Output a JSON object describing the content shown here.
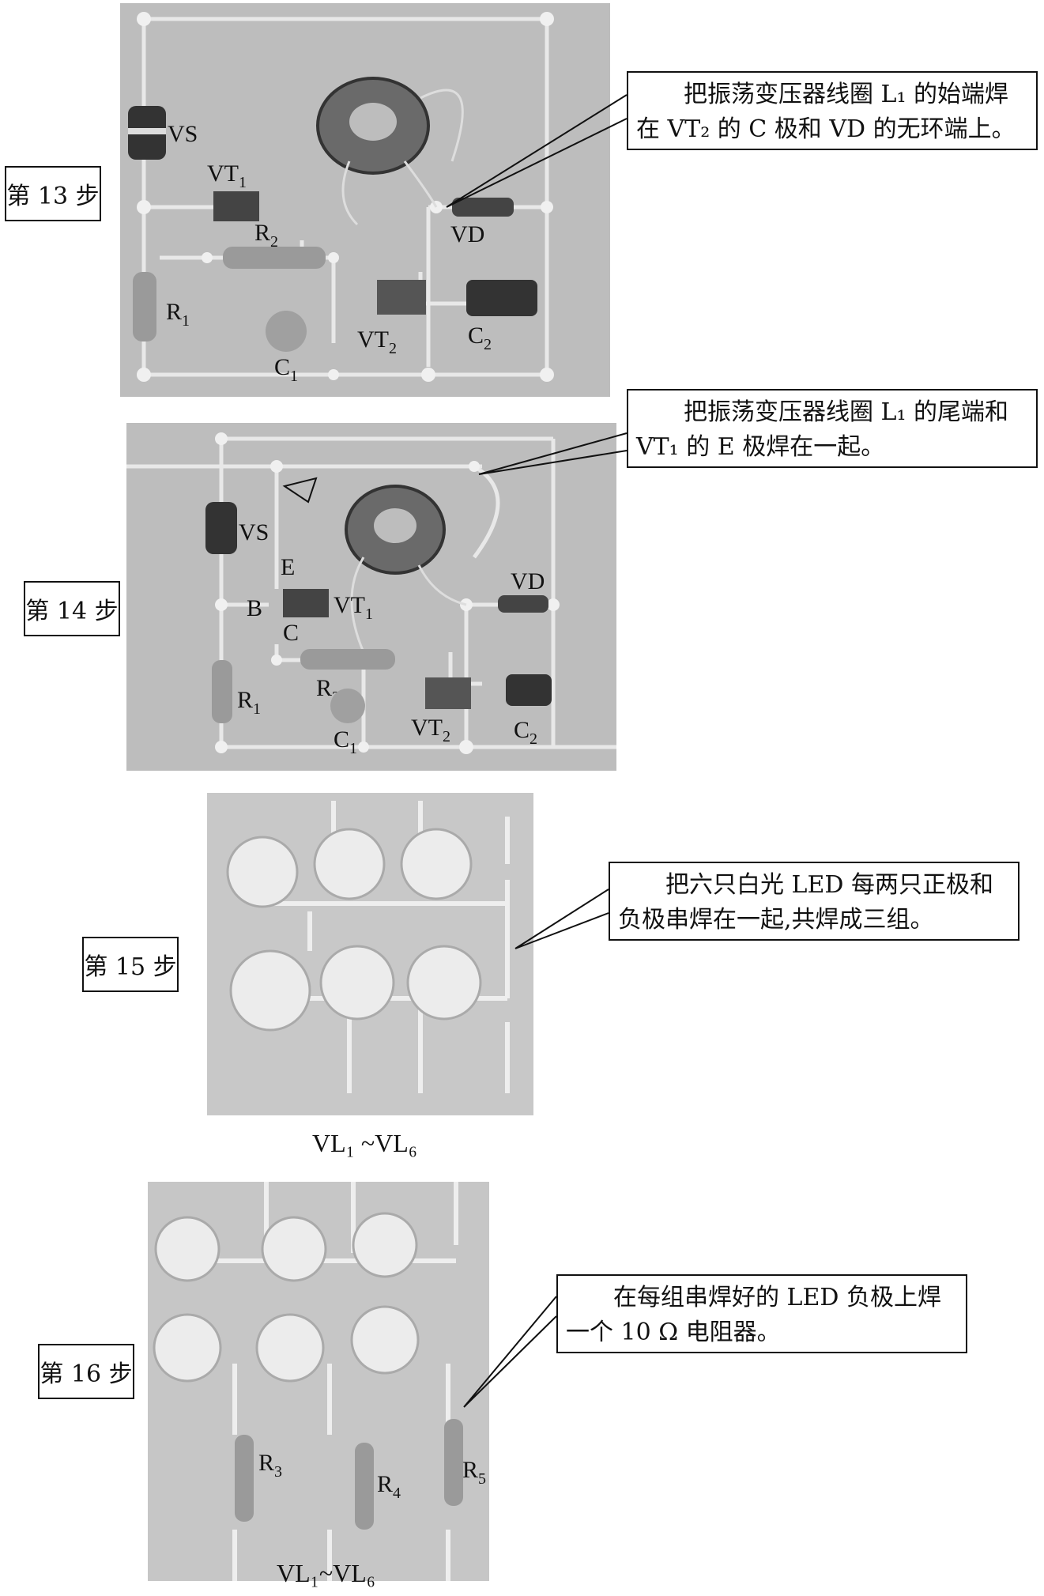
{
  "steps": [
    {
      "label": "第 13 步",
      "callout": "把振荡变压器线圈 L₁ 的始端焊在 VT₂ 的 C 极和 VD 的无环端上。",
      "parts": {
        "vs": "VS",
        "vt1": "VT",
        "vt1_sub": "1",
        "r2": "R",
        "r2_sub": "2",
        "r1": "R",
        "r1_sub": "1",
        "c1": "C",
        "c1_sub": "1",
        "vt2": "VT",
        "vt2_sub": "2",
        "c2": "C",
        "c2_sub": "2",
        "vd": "VD"
      }
    },
    {
      "label": "第 14 步",
      "callout": "把振荡变压器线圈 L₁ 的尾端和 VT₁ 的 E 极焊在一起。",
      "parts": {
        "vs": "VS",
        "vt1": "VT",
        "vt1_sub": "1",
        "r2": "R",
        "r2_sub": "2",
        "r1": "R",
        "r1_sub": "1",
        "c1": "C",
        "c1_sub": "1",
        "vt2": "VT",
        "vt2_sub": "2",
        "c2": "C",
        "c2_sub": "2",
        "vd": "VD",
        "e": "E",
        "b": "B",
        "c": "C"
      }
    },
    {
      "label": "第 15 步",
      "callout": "把六只白光 LED 每两只正极和负极串焊在一起,共焊成三组。",
      "caption": "VL₁ ~VL₆"
    },
    {
      "label": "第 16 步",
      "callout": "在每组串焊好的 LED 负极上焊一个 10 Ω 电阻器。",
      "caption": "VL₁~VL₆",
      "parts": {
        "r3": "R",
        "r3_sub": "3",
        "r4": "R",
        "r4_sub": "4",
        "r5": "R",
        "r5_sub": "5"
      }
    }
  ]
}
